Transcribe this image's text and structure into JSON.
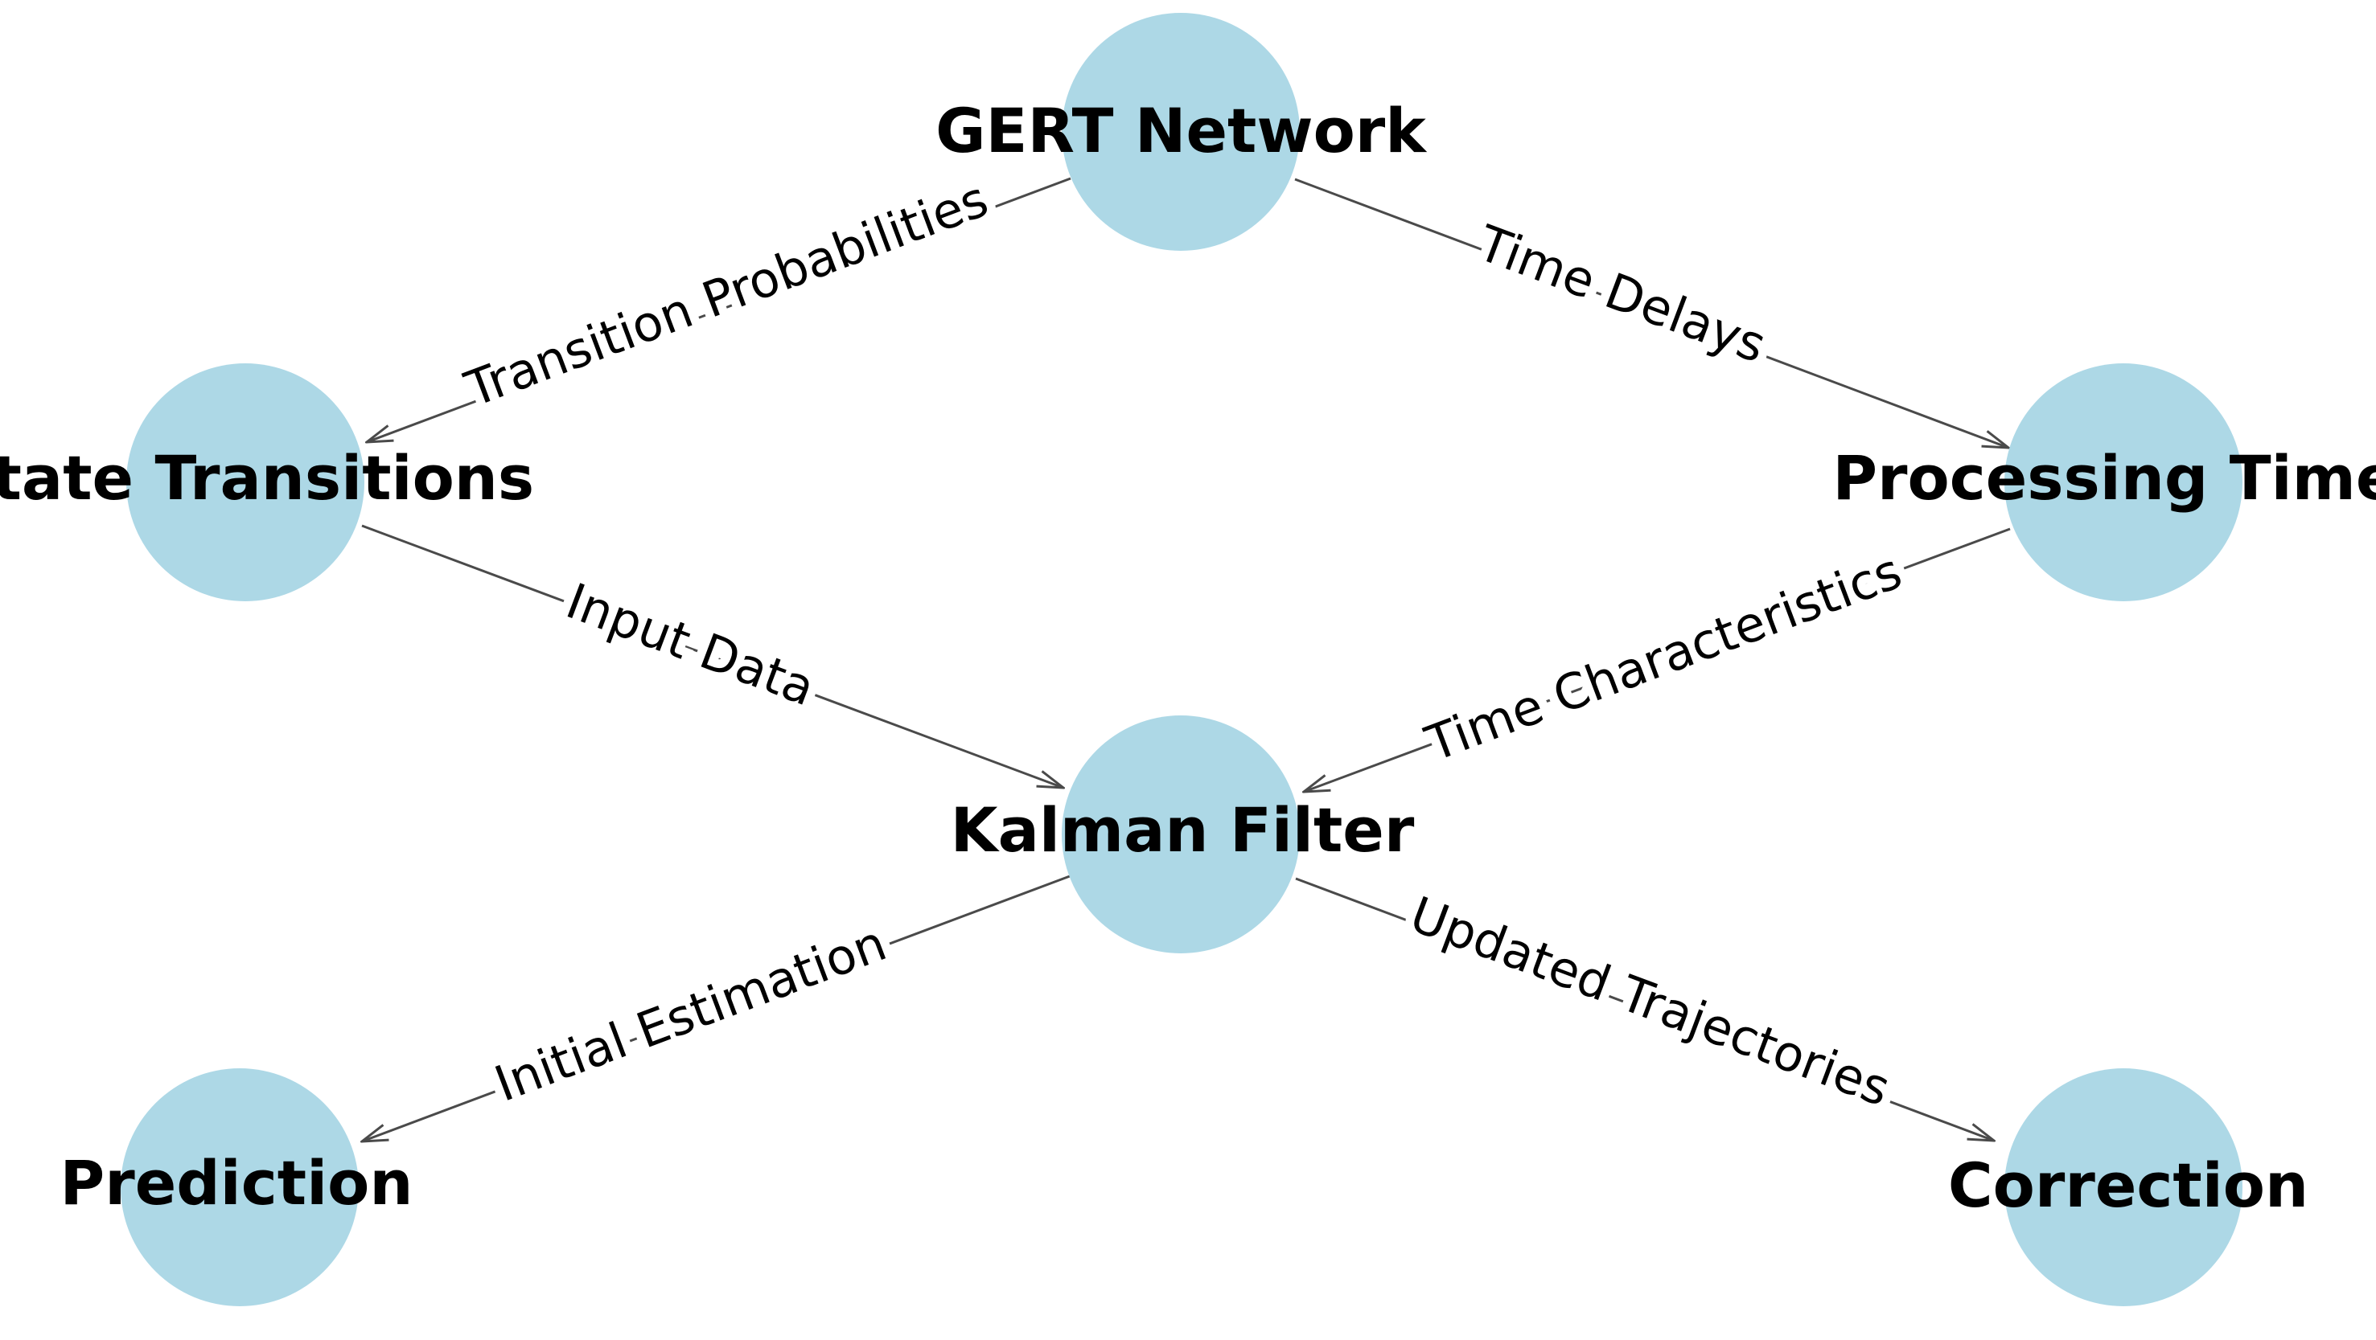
{
  "diagram": {
    "node_color": "#add8e6",
    "edge_color": "#4a4a4a",
    "nodes": {
      "gert": {
        "label": "GERT Network"
      },
      "state": {
        "label": "State Transitions"
      },
      "processing": {
        "label": "Processing Times"
      },
      "kalman": {
        "label": "Kalman Filter"
      },
      "prediction": {
        "label": "Prediction"
      },
      "correction": {
        "label": "Correction"
      }
    },
    "edges": [
      {
        "from": "GERT Network",
        "to": "State Transitions",
        "label": "Transition Probabilities"
      },
      {
        "from": "GERT Network",
        "to": "Processing Times",
        "label": "Time Delays"
      },
      {
        "from": "State Transitions",
        "to": "Kalman Filter",
        "label": "Input Data"
      },
      {
        "from": "Processing Times",
        "to": "Kalman Filter",
        "label": "Time Characteristics"
      },
      {
        "from": "Kalman Filter",
        "to": "Prediction",
        "label": "Initial Estimation"
      },
      {
        "from": "Kalman Filter",
        "to": "Correction",
        "label": "Updated Trajectories"
      }
    ]
  }
}
